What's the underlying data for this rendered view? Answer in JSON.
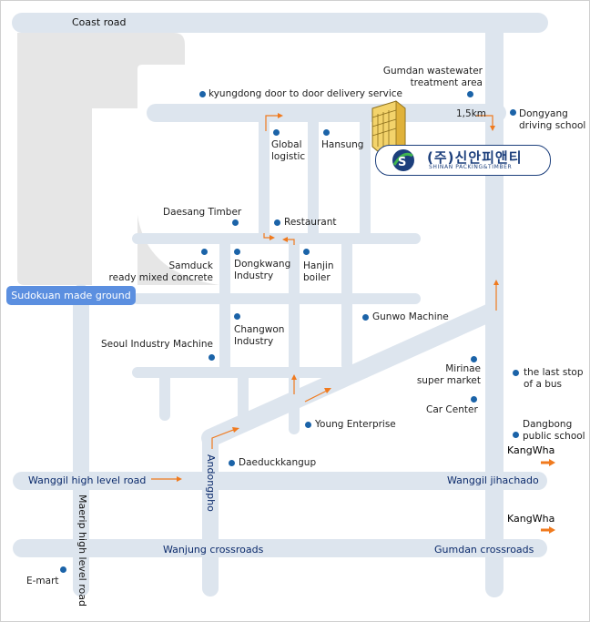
{
  "roads": {
    "coast": "Coast road",
    "wanggil_high": "Wanggil high level road",
    "wanggil_jihachado": "Wanggil jihachado",
    "wanjung": "Wanjung crossroads",
    "gumdan": "Gumdan crossroads",
    "andongpho": "Andongpho",
    "maerip": "Maerip high level road"
  },
  "ground_badge": "Sudokuan made ground",
  "distance": "1,5km",
  "company": {
    "korean": "(주)신안피앤티",
    "english": "SHINAN PACKING&TIMBER"
  },
  "kangwha": [
    "KangWha",
    "KangWha"
  ],
  "places": {
    "gumdan_waste": [
      "Gumdan wastewater",
      "treatment area"
    ],
    "kyungdong": "kyungdong door to door delivery service",
    "dongyang": [
      "Dongyang",
      "driving school"
    ],
    "global": [
      "Global",
      "logistic"
    ],
    "hansung": "Hansung",
    "daesang": "Daesang Timber",
    "restaurant": "Restaurant",
    "samduck": [
      "Samduck",
      "ready mixed concrete"
    ],
    "dongkwang": [
      "Dongkwang",
      "Industry"
    ],
    "hanjin": [
      "Hanjin",
      "boiler"
    ],
    "changwon": [
      "Changwon",
      "Industry"
    ],
    "gunwo": "Gunwo Machine",
    "seoul": "Seoul Industry Machine",
    "mirinae": [
      "Mirinae",
      "super market"
    ],
    "lastbus": [
      "the last stop",
      "of a bus"
    ],
    "carcenter": "Car Center",
    "dangbong": [
      "Dangbong",
      "public school"
    ],
    "young": "Young Enterprise",
    "daeduck": "Daeduckkangup",
    "emart": "E-mart"
  },
  "colors": {
    "road": "#dde5ee",
    "land": "#e6e6e6",
    "marker": "#1b63a8",
    "arrow": "#f07a1e",
    "badge": "#5b8fe0",
    "road_label": "#0b2a6b"
  },
  "icons": {
    "building": "building-icon",
    "company_logo": "shinan-logo-icon"
  }
}
